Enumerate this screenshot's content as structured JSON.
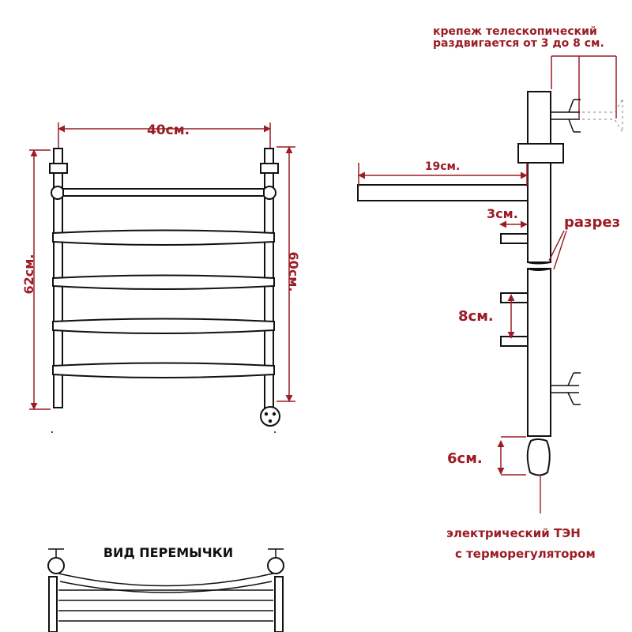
{
  "labels": {
    "width_main": "40см.",
    "height_outer": "62см.",
    "height_inner": "60см.",
    "bridge_view": "ВИД ПЕРЕМЫЧКИ",
    "mount_telescopic_line1": "крепеж телескопический",
    "mount_telescopic_line2": "раздвигается от 3 до 8 см.",
    "depth": "19см.",
    "offset_3": "3см.",
    "section": "разрез",
    "spacing_8": "8см.",
    "heater_6": "6см.",
    "heater_line1": "электрический  ТЭН",
    "heater_line2": "с терморегулятором"
  },
  "colors": {
    "line": "#111111",
    "dimension": "#9b1c25",
    "background": "#ffffff"
  }
}
